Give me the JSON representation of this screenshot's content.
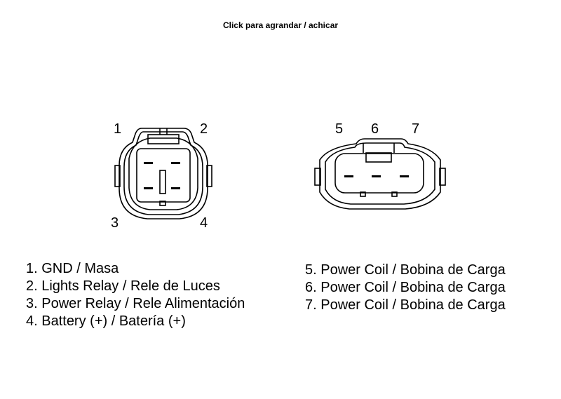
{
  "caption": "Click para agrandar / achicar",
  "connector_a": {
    "pins": [
      "1",
      "2",
      "3",
      "4"
    ]
  },
  "connector_b": {
    "pins": [
      "5",
      "6",
      "7"
    ]
  },
  "legend": {
    "left": [
      "1. GND / Masa",
      "2. Lights Relay / Rele de Luces",
      "3. Power Relay / Rele Alimentación",
      "4. Battery (+) / Batería (+)"
    ],
    "right": [
      "5. Power Coil / Bobina de Carga",
      "6. Power Coil / Bobina de Carga",
      "7. Power Coil / Bobina de Carga"
    ]
  }
}
